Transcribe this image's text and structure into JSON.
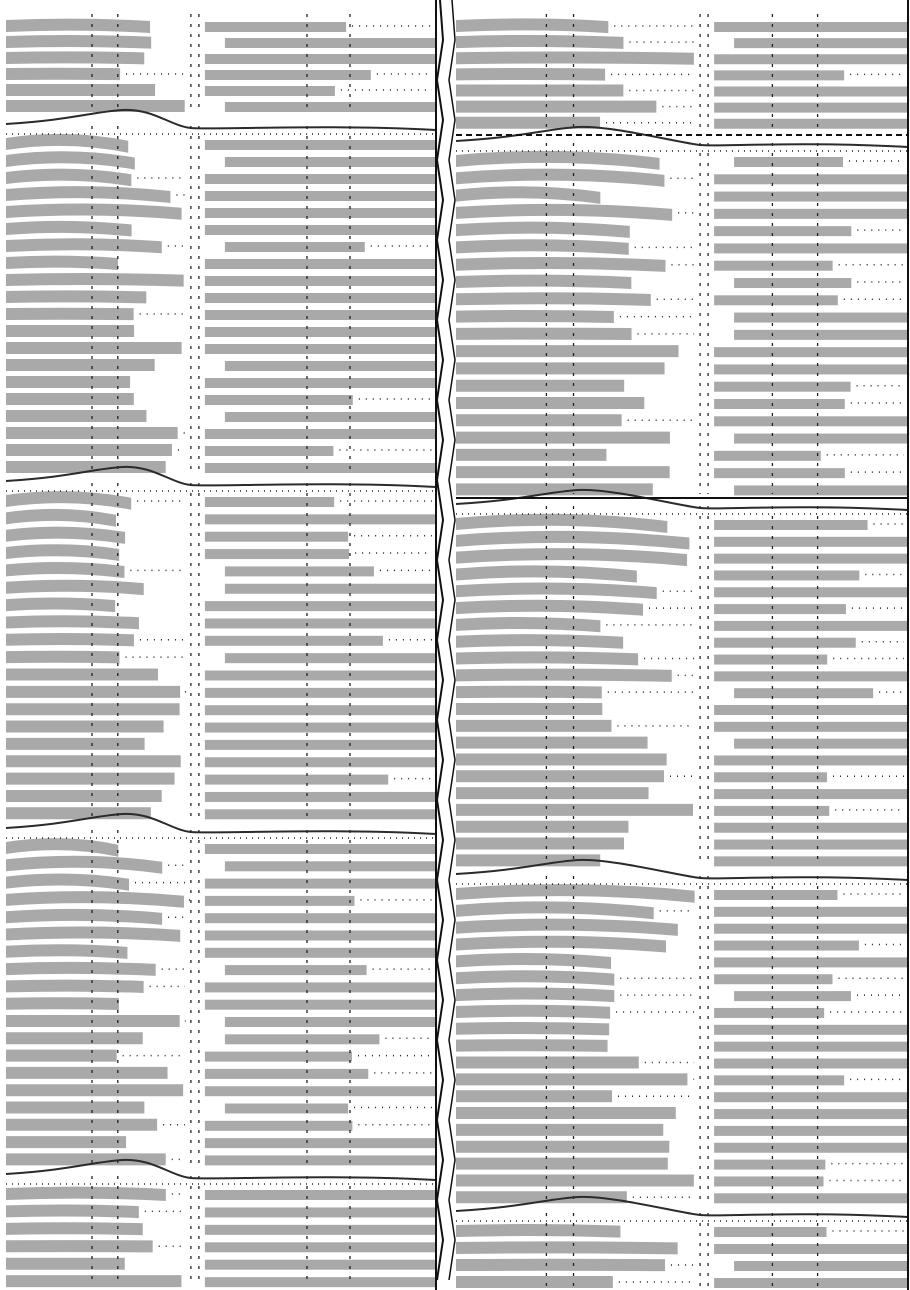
{
  "pattern": {
    "background_color": "#ffffff",
    "strip_color": "#a9a9a9",
    "boundary_line_color": "#2b2b2b",
    "divider_line_color": "#111111",
    "dotted_line_color": "#222222",
    "columns": 2,
    "blocks_per_column": [
      4,
      4
    ],
    "strips_per_block": 20
  }
}
